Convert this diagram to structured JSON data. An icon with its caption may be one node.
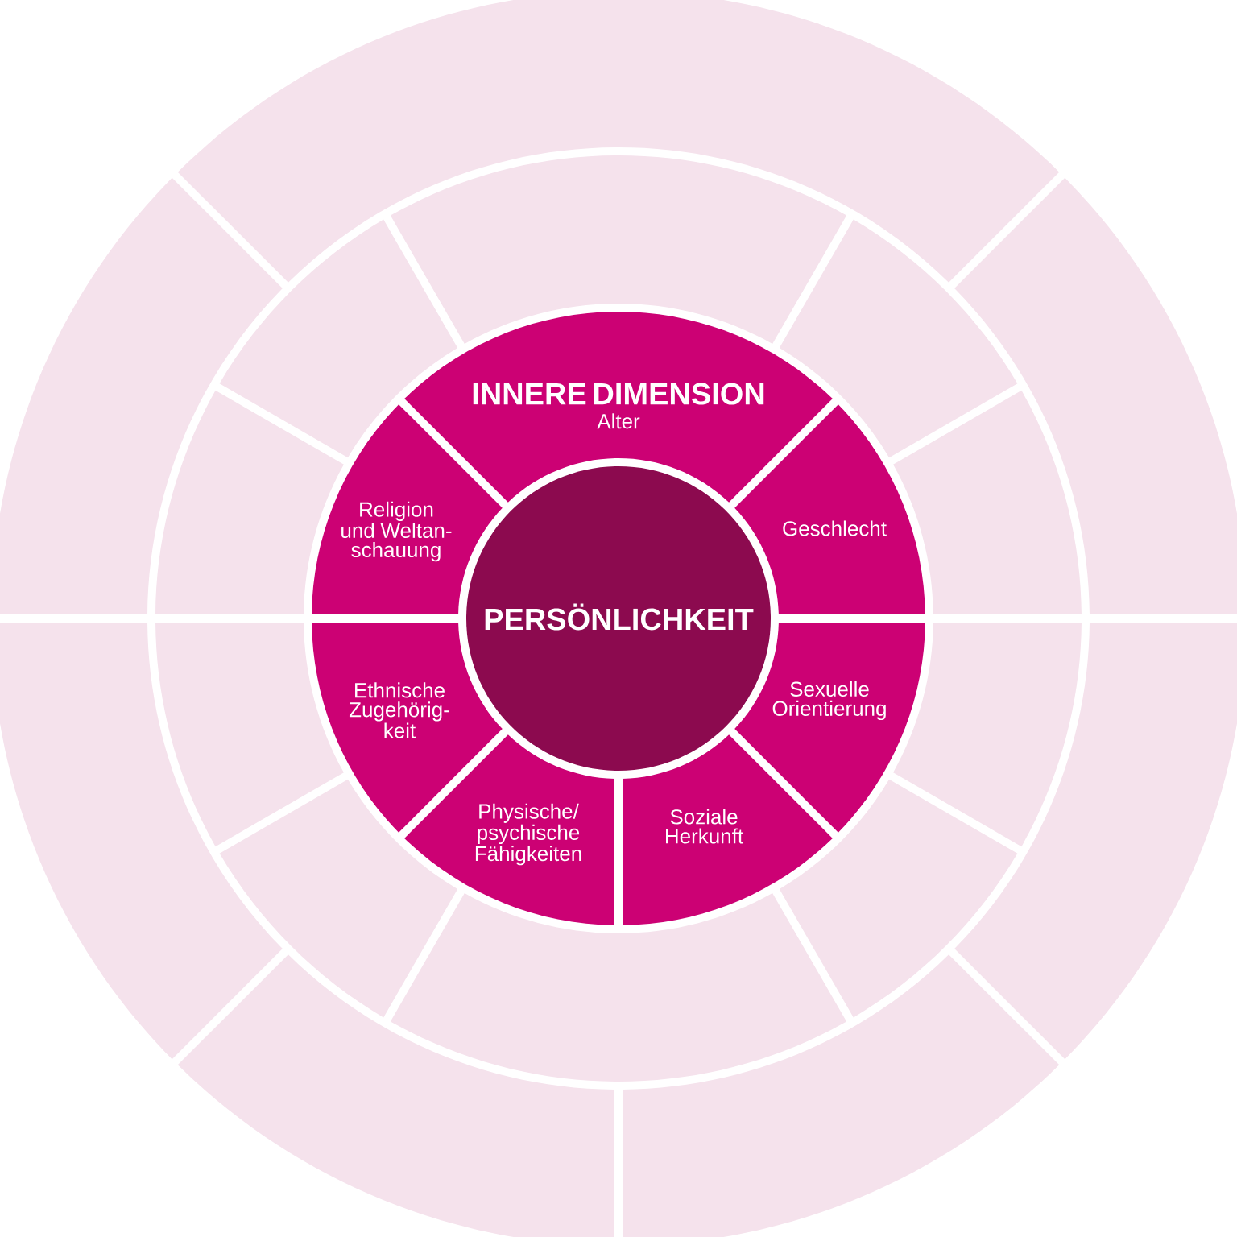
{
  "diagram": {
    "nodes": [
      {
        "text": [
          "PERSÖNLICHKEIT"
        ]
      },
      {
        "text": [
          "INNERE DIMENSION",
          "Alter"
        ]
      },
      {
        "text": [
          "Geschlecht"
        ]
      },
      {
        "text": [
          "Sexuelle Orientierung"
        ]
      },
      {
        "text": [
          "Soziale Herkunft"
        ]
      },
      {
        "text": [
          "Physische/ psychische Fähigkeiten"
        ]
      },
      {
        "text": [
          "Ethnische Zugehörig-keit"
        ]
      },
      {
        "text": [
          "Religion und Weltan-schauung"
        ]
      },
      {
        "text": [],
        "shape": "sector"
      },
      {
        "text": [],
        "shape": "sector"
      },
      {
        "text": [],
        "shape": "sector"
      },
      {
        "text": [],
        "shape": "sector"
      },
      {
        "text": [],
        "shape": "sector"
      },
      {
        "text": [],
        "shape": "sector"
      },
      {
        "text": [],
        "shape": "sector"
      },
      {
        "text": [],
        "shape": "sector"
      },
      {
        "text": [],
        "shape": "sector"
      },
      {
        "text": [],
        "shape": "sector"
      },
      {
        "text": [],
        "shape": "sector"
      },
      {
        "text": [],
        "shape": "sector"
      },
      {
        "text": [],
        "shape": "sector"
      },
      {
        "text": [],
        "shape": "sector"
      },
      {
        "text": [],
        "shape": "sector"
      },
      {
        "text": [],
        "shape": "sector"
      },
      {
        "text": [],
        "shape": "sector"
      }
    ]
  }
}
